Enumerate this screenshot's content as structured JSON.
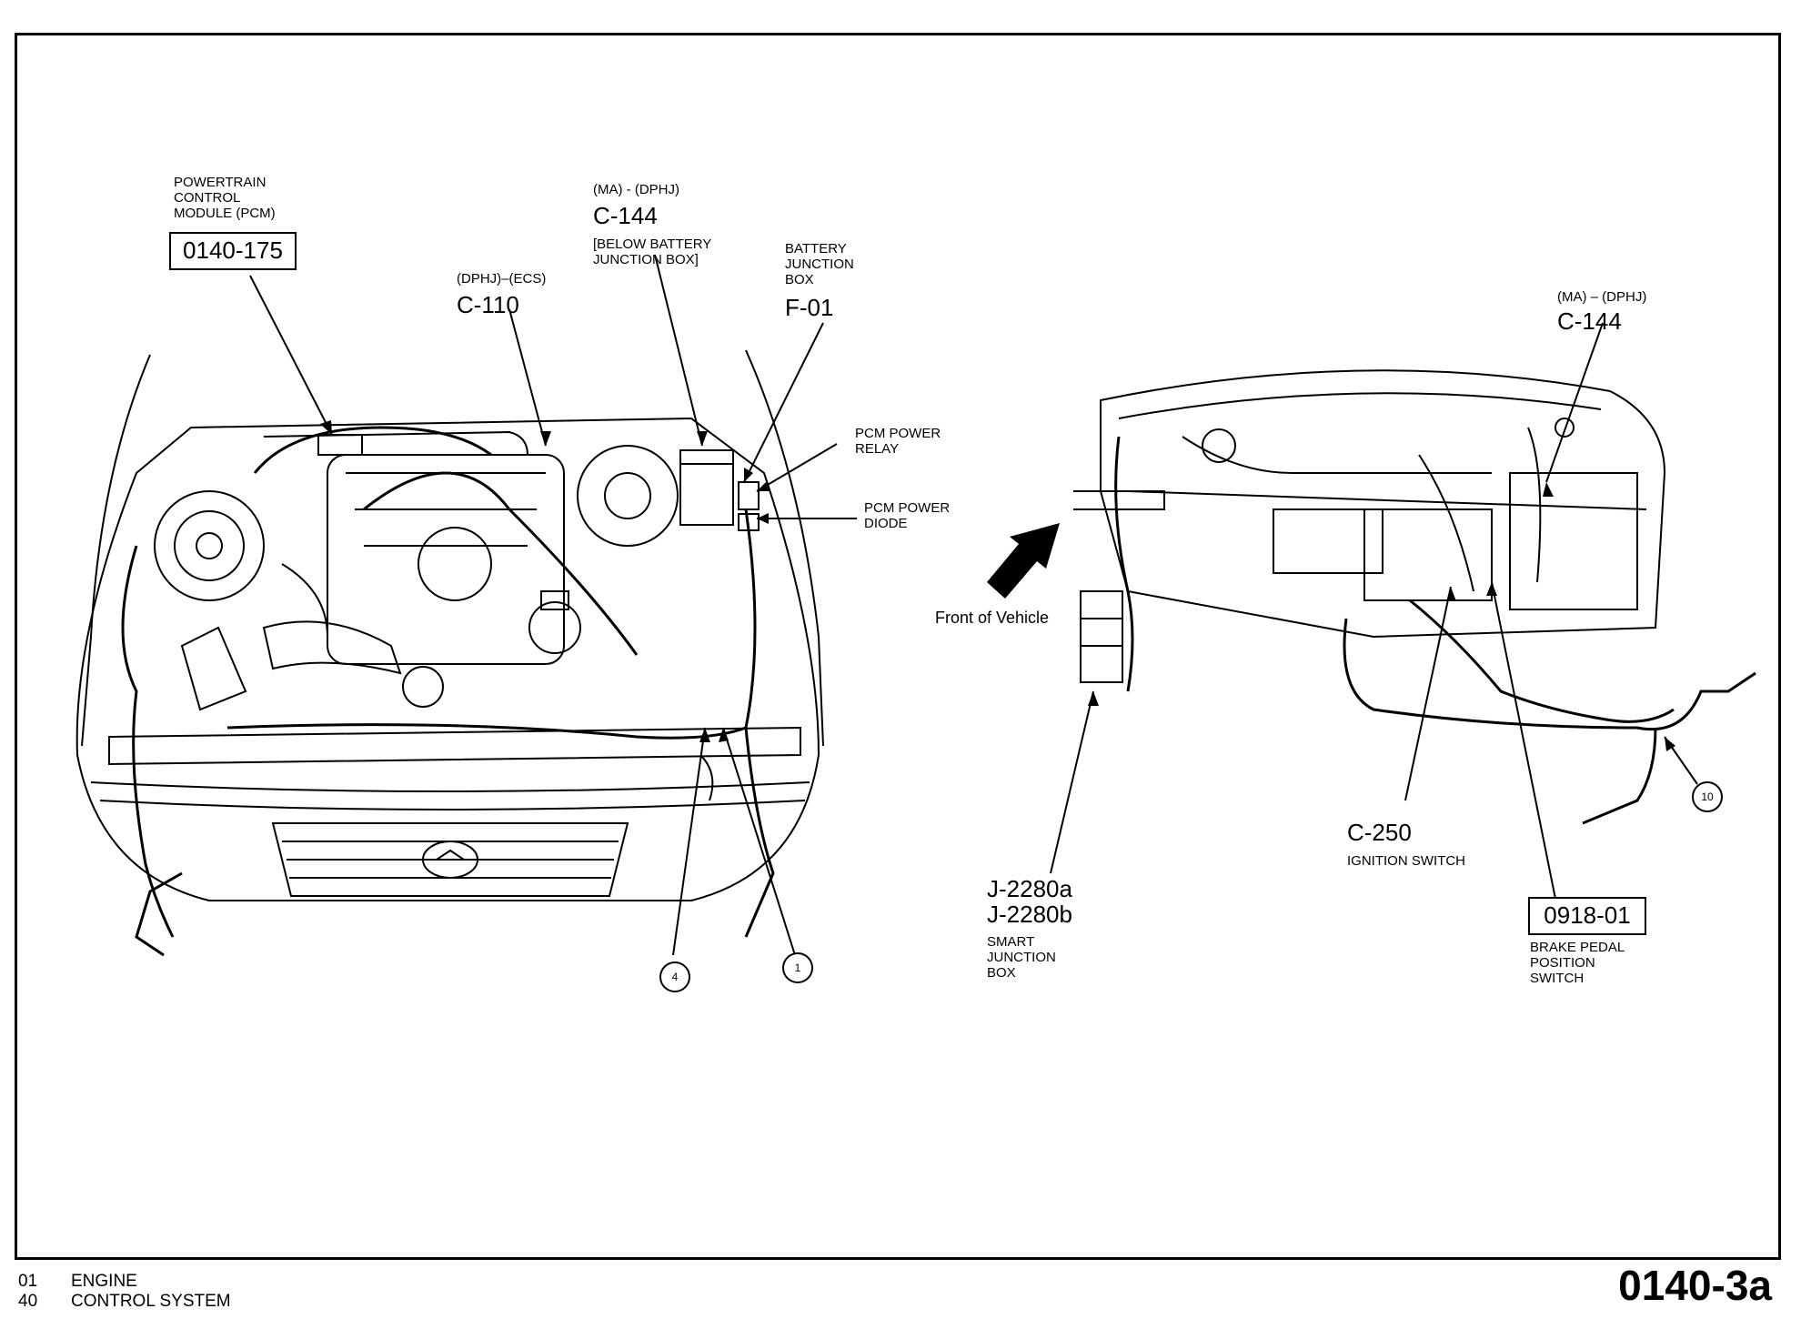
{
  "labels": {
    "pcm_title": [
      "POWERTRAIN",
      "CONTROL",
      "MODULE (PCM)"
    ],
    "pcm_box": "0140-175",
    "c144_left_variant": "(MA) - (DPHJ)",
    "c144_left_code": "C-144",
    "c144_left_desc": [
      "[BELOW BATTERY",
      "JUNCTION BOX]"
    ],
    "c110_variant": "(DPHJ)–(ECS)",
    "c110_code": "C-110",
    "bjb_title": [
      "BATTERY",
      "JUNCTION",
      "BOX"
    ],
    "bjb_code": "F-01",
    "pcm_relay": [
      "PCM POWER",
      "RELAY"
    ],
    "pcm_diode": [
      "PCM POWER",
      "DIODE"
    ],
    "c144_right_variant": "(MA) – (DPHJ)",
    "c144_right_code": "C-144",
    "front_of_vehicle": "Front of Vehicle",
    "c250_code": "C-250",
    "c250_desc": "IGNITION SWITCH",
    "sjb_code_a": "J-2280a",
    "sjb_code_b": "J-2280b",
    "sjb_desc": [
      "SMART",
      "JUNCTION",
      "BOX"
    ],
    "bpp_box": "0918-01",
    "bpp_desc": [
      "BRAKE PEDAL",
      "POSITION",
      "SWITCH"
    ],
    "callout_4": "4",
    "callout_1": "1",
    "callout_10": "10"
  },
  "footer": {
    "line1_num": "01",
    "line1_text": "ENGINE",
    "line2_num": "40",
    "line2_text": "CONTROL SYSTEM",
    "page_code": "0140-3a"
  }
}
